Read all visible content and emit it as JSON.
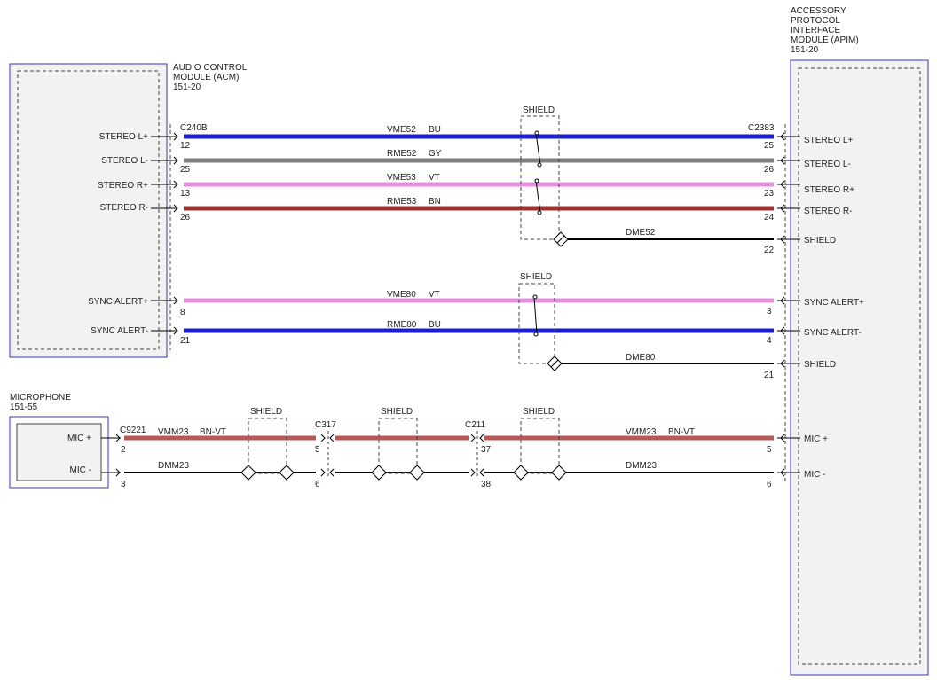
{
  "modules": {
    "acm": {
      "title": [
        "AUDIO CONTROL",
        "MODULE (ACM)",
        "151-20"
      ],
      "pins": [
        "STEREO L+",
        "STEREO L-",
        "STEREO R+",
        "STEREO R-",
        "SYNC ALERT+",
        "SYNC ALERT-"
      ]
    },
    "apim": {
      "title": [
        "ACCESSORY",
        "PROTOCOL",
        "INTERFACE",
        "MODULE (APIM)",
        "151-20"
      ],
      "pins": [
        "STEREO L+",
        "STEREO L-",
        "STEREO R+",
        "STEREO R-",
        "SHIELD",
        "SYNC ALERT+",
        "SYNC ALERT-",
        "SHIELD",
        "MIC +",
        "MIC -"
      ]
    },
    "mic": {
      "title": [
        "MICROPHONE",
        "151-55"
      ],
      "pins": [
        "MIC +",
        "MIC -"
      ]
    }
  },
  "connectors": {
    "c240b": "C240B",
    "c2383": "C2383",
    "c9221": "C9221",
    "c317": "C317",
    "c211": "C211"
  },
  "shield_label": "SHIELD",
  "wires": [
    {
      "circuit": "VME52",
      "color": "BU",
      "left_pin": "12",
      "right_pin": "25",
      "stroke": "#1c1cd6"
    },
    {
      "circuit": "RME52",
      "color": "GY",
      "left_pin": "25",
      "right_pin": "26",
      "stroke": "#808080"
    },
    {
      "circuit": "VME53",
      "color": "VT",
      "left_pin": "13",
      "right_pin": "23",
      "stroke": "#e88ee0"
    },
    {
      "circuit": "RME53",
      "color": "BN",
      "left_pin": "26",
      "right_pin": "24",
      "stroke": "#993333"
    },
    {
      "circuit": "DME52",
      "color": "",
      "left_pin": "",
      "right_pin": "22",
      "stroke": "#000000"
    },
    {
      "circuit": "VME80",
      "color": "VT",
      "left_pin": "8",
      "right_pin": "3",
      "stroke": "#e88ee0"
    },
    {
      "circuit": "RME80",
      "color": "BU",
      "left_pin": "21",
      "right_pin": "4",
      "stroke": "#1c1cd6"
    },
    {
      "circuit": "DME80",
      "color": "",
      "left_pin": "",
      "right_pin": "21",
      "stroke": "#000000"
    }
  ],
  "mic_wires": {
    "plus": {
      "circuit": "VMM23",
      "color": "BN-VT",
      "pins": [
        "2",
        "5",
        "37",
        "5"
      ],
      "stroke": "#b85858"
    },
    "minus": {
      "circuit": "DMM23",
      "pins": [
        "3",
        "6",
        "38",
        "6"
      ],
      "stroke": "#000000"
    }
  },
  "colors": {
    "module_border": "#3333cc",
    "module_fill": "#f2f2f2",
    "dash": "#444444"
  }
}
